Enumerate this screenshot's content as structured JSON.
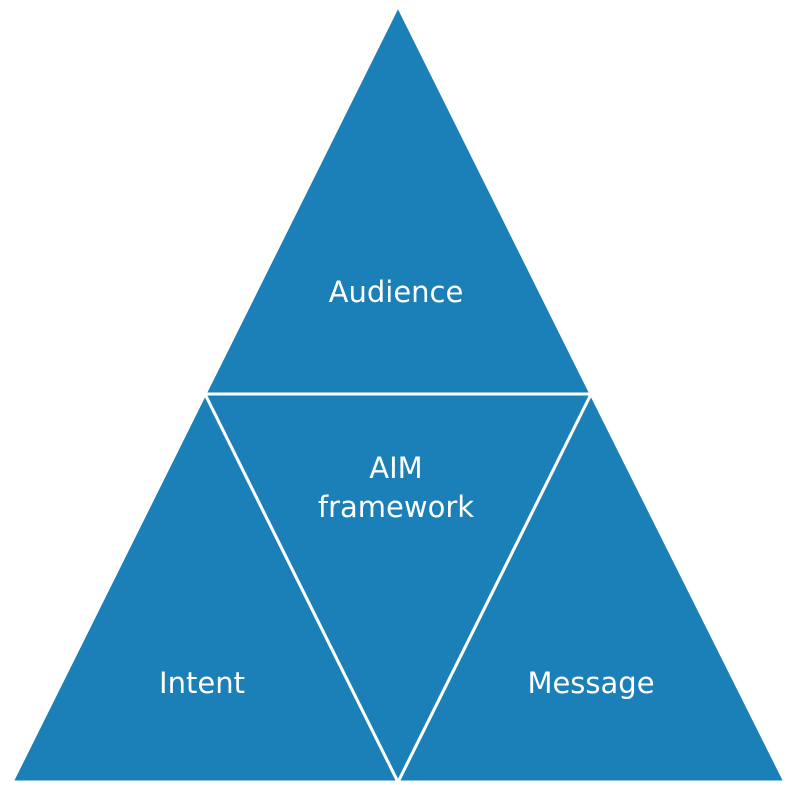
{
  "diagram": {
    "title": "AIM framework",
    "fill_color": "#1b80b7",
    "separator_color": "#ffffff",
    "background_color": "#ffffff",
    "sections": {
      "top": {
        "label": "Audience"
      },
      "center": {
        "label_line1": "AIM",
        "label_line2": "framework"
      },
      "bottom_left": {
        "label": "Intent"
      },
      "bottom_right": {
        "label": "Message"
      }
    }
  }
}
